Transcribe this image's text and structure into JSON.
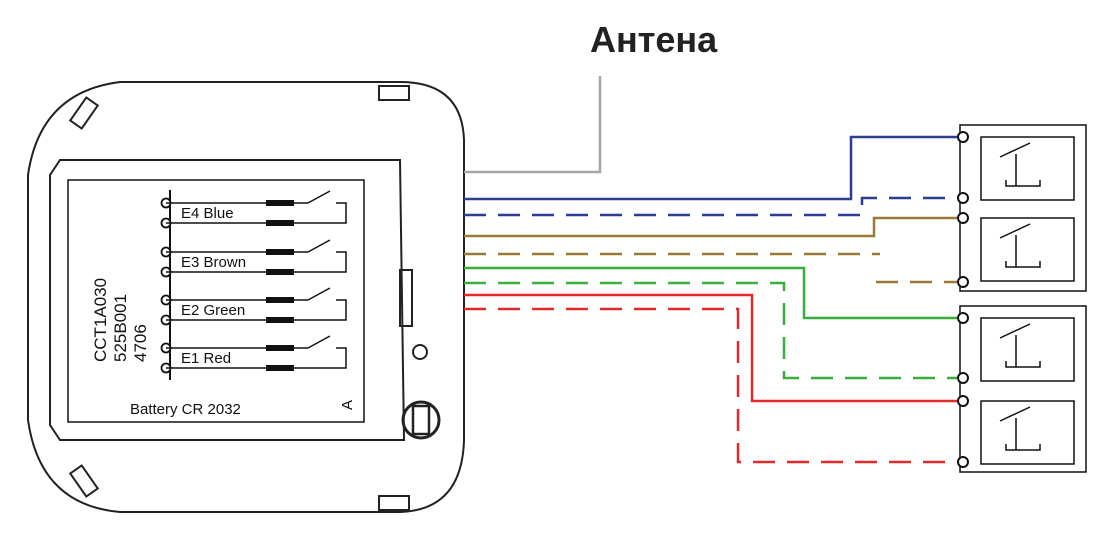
{
  "title": "Антена",
  "module": {
    "code_lines": [
      "CCT1A030",
      "525B001",
      "4706"
    ],
    "battery": "Battery CR 2032",
    "side_mark": "A",
    "electrodes": [
      {
        "id": "E4",
        "label": "E4  Blue"
      },
      {
        "id": "E3",
        "label": "E3  Brown"
      },
      {
        "id": "E2",
        "label": "E2  Green"
      },
      {
        "id": "E1",
        "label": "E1  Red"
      }
    ]
  },
  "wires": {
    "antenna": "#a6a6a6",
    "blue": "#2b3e94",
    "brown": "#9a7a36",
    "green": "#3aae3a",
    "red": "#e12a2a"
  }
}
